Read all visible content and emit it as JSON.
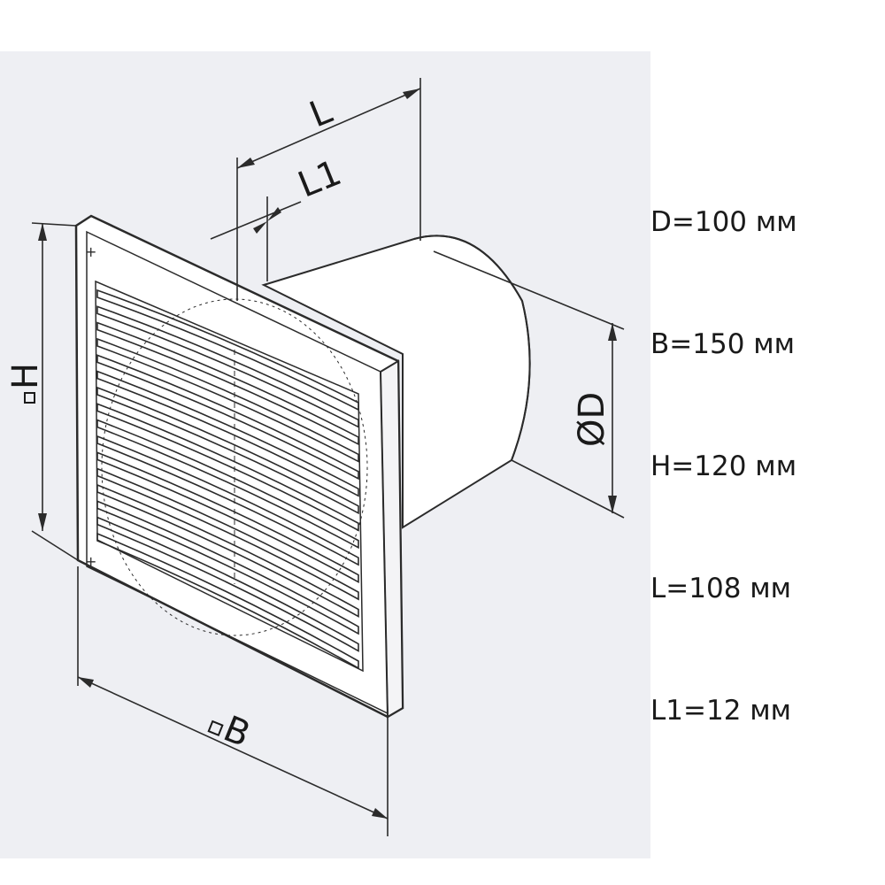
{
  "labels": {
    "L": "L",
    "L1": "L1",
    "H": "H",
    "B": "B",
    "D": "ØD"
  },
  "specs": [
    "D=100 мм",
    "B=150 мм",
    "H=120 мм",
    "L=108 мм",
    "L1=12 мм"
  ],
  "colors": {
    "panel_bg": "#eeeff3",
    "line": "#2b2b2b",
    "text": "#1a1a1a"
  }
}
